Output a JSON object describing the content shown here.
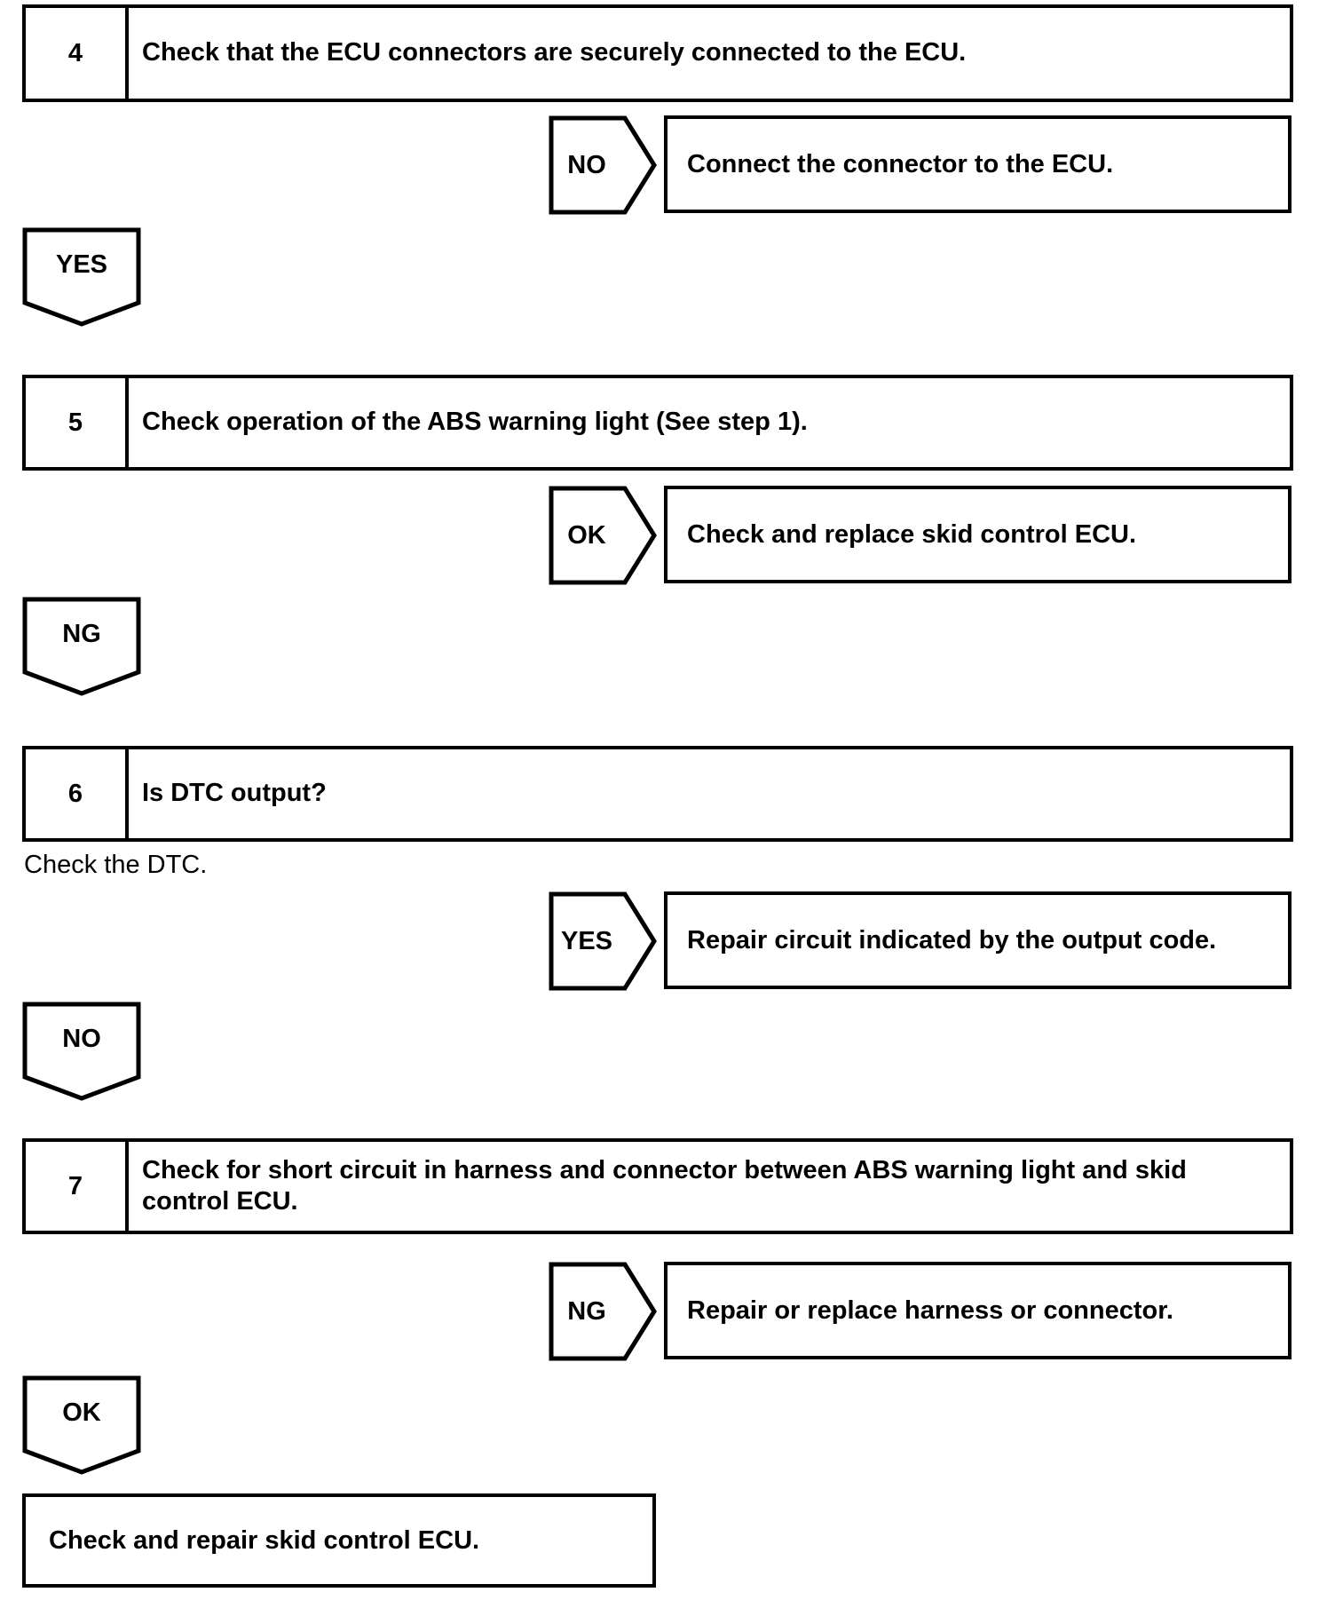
{
  "flowchart": {
    "steps": [
      {
        "number": "4",
        "question": "Check that the ECU connectors are securely connected to the ECU.",
        "branch": {
          "label": "NO",
          "action": "Connect the connector to the ECU."
        },
        "continue_label": "YES"
      },
      {
        "number": "5",
        "question": "Check operation of the ABS warning light (See step 1).",
        "branch": {
          "label": "OK",
          "action": "Check and replace skid control ECU."
        },
        "continue_label": "NG"
      },
      {
        "number": "6",
        "question": "Is DTC output?",
        "note": "Check the DTC.",
        "branch": {
          "label": "YES",
          "action": "Repair circuit indicated by the output code."
        },
        "continue_label": "NO"
      },
      {
        "number": "7",
        "question": "Check for short circuit in harness and connector between ABS warning light and skid\ncontrol ECU.",
        "branch": {
          "label": "NG",
          "action": "Repair or replace harness or connector."
        },
        "continue_label": "OK"
      }
    ],
    "final_action": "Check and repair skid control ECU."
  },
  "colors": {
    "line": "#000000",
    "background": "#ffffff",
    "text": "#000000"
  }
}
